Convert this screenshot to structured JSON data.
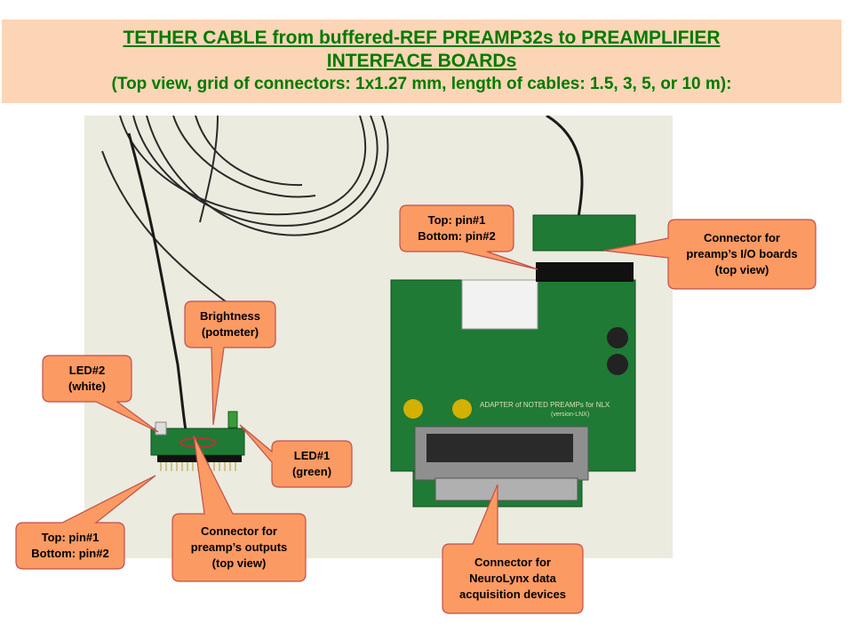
{
  "header": {
    "line1": "TETHER CABLE from buffered-REF PREAMP32s to PREAMPLIFIER",
    "line2": "INTERFACE BOARDs",
    "line3": "(Top view,  grid of connectors: 1x1.27 mm, length of cables: 1.5, 3, 5, or 10 m):"
  },
  "colors": {
    "header_bg": "#fbd5b5",
    "header_text": "#007a00",
    "callout_fill": "#fb9a62",
    "callout_stroke": "#c0504d",
    "pcb_green": "#1f7a35",
    "photo_bg": "#ebebdf"
  },
  "photo": {
    "board_text": "ADAPTER of NOTED PREAMPs for NLX",
    "board_version": "(version-LNX)"
  },
  "callouts": {
    "led2": {
      "l1": "LED#2",
      "l2": "(white)"
    },
    "brightness": {
      "l1": "Brightness",
      "l2": "(potmeter)"
    },
    "led1": {
      "l1": "LED#1",
      "l2": "(green)"
    },
    "pin_left": {
      "l1": "Top: pin#1",
      "l2": "Bottom: pin#2"
    },
    "conn_outputs": {
      "l1": "Connector for",
      "l2": "preamp’s outputs",
      "l3": "(top view)"
    },
    "pin_right": {
      "l1": "Top: pin#1",
      "l2": "Bottom: pin#2"
    },
    "conn_io": {
      "l1": "Connector for",
      "l2": "preamp’s I/O boards",
      "l3": "(top view)"
    },
    "conn_neurolynx": {
      "l1": "Connector for",
      "l2": "NeuroLynx data",
      "l3": "acquisition devices"
    }
  }
}
